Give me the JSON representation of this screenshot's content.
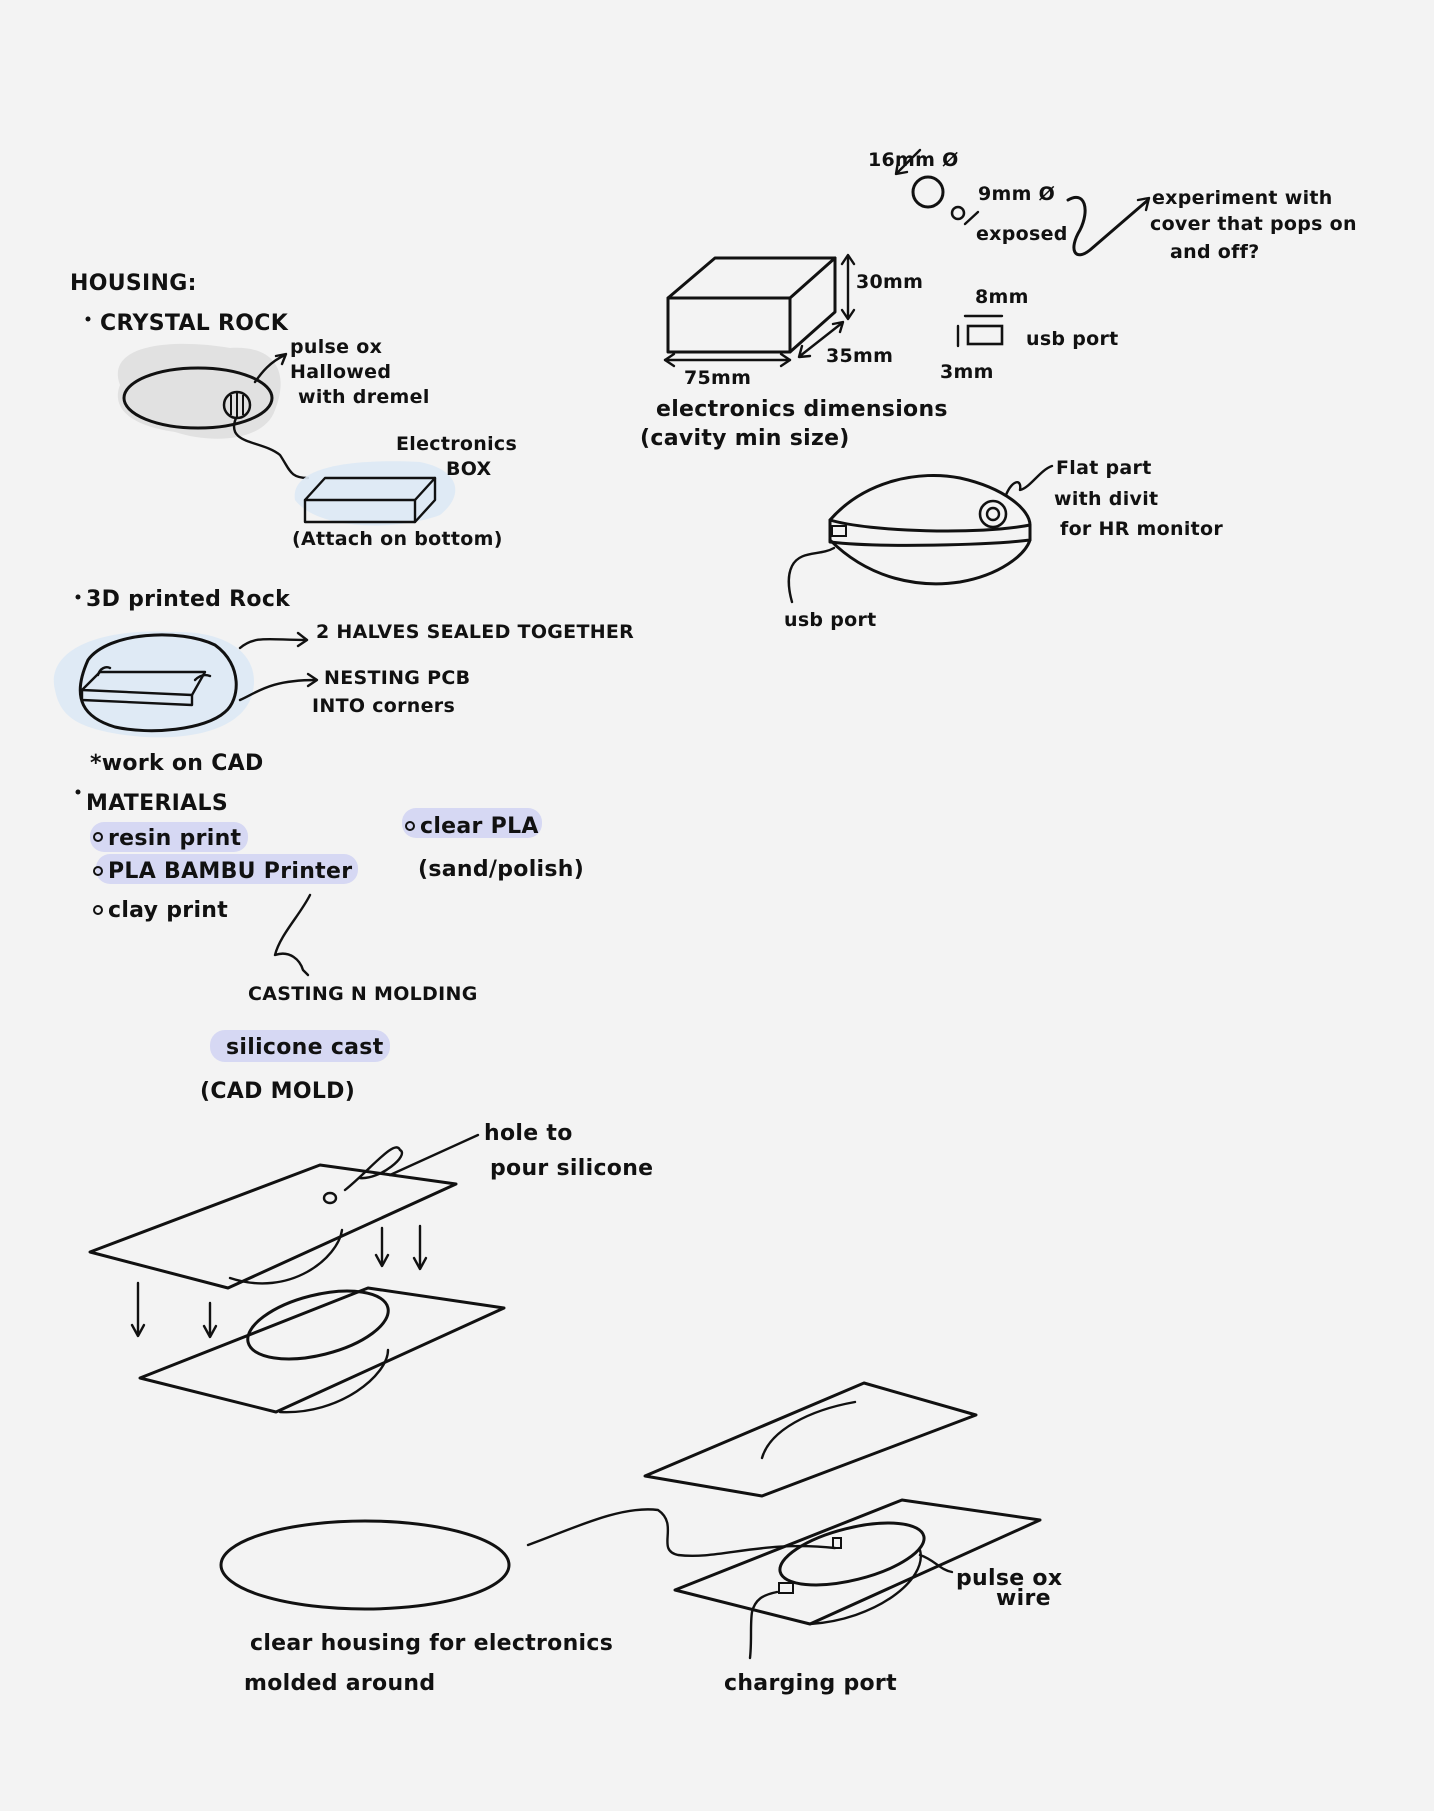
{
  "colors": {
    "background": "#f3f3f3",
    "ink": "#111111",
    "highlight_lavender": "#d6d8f3",
    "highlight_blue": "#dde9f5",
    "shadow_gray": "#dcdcdc"
  },
  "housing": {
    "title": "HOUSING:",
    "crystal_rock": "CRYSTAL ROCK",
    "pulse_ox_line1": "pulse ox",
    "pulse_ox_line2": "Hallowed",
    "pulse_ox_line3": "with dremel",
    "electronics_line1": "Electronics",
    "electronics_line2": "BOX",
    "attach_note": "(Attach on bottom)"
  },
  "printed_rock": {
    "title": "3D printed Rock",
    "note1": "2 HALVES SEALED TOGETHER",
    "note2_line1": "NESTING PCB",
    "note2_line2": "INTO corners",
    "cad_note": "*work on CAD"
  },
  "materials": {
    "title": "MATERIALS",
    "item1": "resin print",
    "item2": "PLA BAMBU Printer",
    "item3": "clay print",
    "item4": "clear PLA",
    "item4_note": "(sand/polish)",
    "casting": "CASTING N MOLDING",
    "silicone": "silicone cast",
    "cad_mold": "(CAD MOLD)"
  },
  "dimensions": {
    "height": "30mm",
    "depth": "35mm",
    "width": "75mm",
    "caption_line1": "electronics dimensions",
    "caption_line2": "(cavity min size)",
    "sensor_outer": "16mm Ø",
    "sensor_exposed_line1": "9mm Ø",
    "sensor_exposed_line2": "exposed",
    "experiment_line1": "experiment with",
    "experiment_line2": "cover that pops on",
    "experiment_line3": "and off?",
    "usb_width": "8mm",
    "usb_height": "3mm",
    "usb_label": "usb port"
  },
  "rock_side": {
    "flat_line1": "Flat part",
    "flat_line2": "with divit",
    "flat_line3": "for HR monitor",
    "usb_label": "usb port"
  },
  "mold": {
    "hole_line1": "hole to",
    "hole_line2": "pour silicone"
  },
  "final": {
    "clear_line1": "clear housing for electronics",
    "clear_line2": "molded around",
    "pulse_line1": "pulse ox",
    "pulse_line2": "wire",
    "charging": "charging port"
  }
}
